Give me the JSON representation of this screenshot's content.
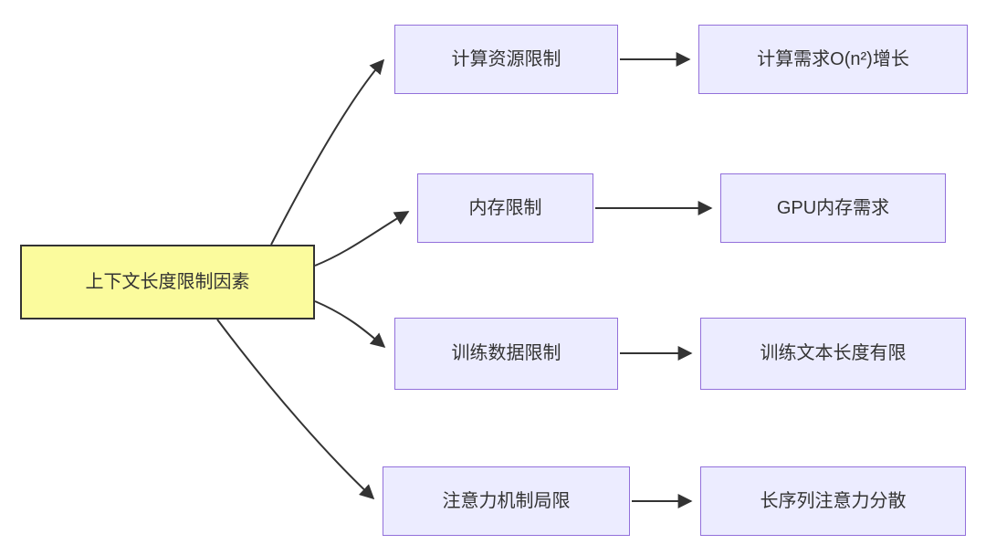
{
  "diagram": {
    "type": "flowchart",
    "root": {
      "label": "上下文长度限制因素"
    },
    "branches": [
      {
        "cause": {
          "label": "计算资源限制"
        },
        "effect": {
          "label": "计算需求O(n²)增长"
        }
      },
      {
        "cause": {
          "label": "内存限制"
        },
        "effect": {
          "label": "GPU内存需求"
        }
      },
      {
        "cause": {
          "label": "训练数据限制"
        },
        "effect": {
          "label": "训练文本长度有限"
        }
      },
      {
        "cause": {
          "label": "注意力机制局限"
        },
        "effect": {
          "label": "长序列注意力分散"
        }
      }
    ],
    "colors": {
      "root_fill": "#fbfb9d",
      "root_border": "#333333",
      "branch_fill": "#ececff",
      "branch_border": "#9370db",
      "edge": "#333333",
      "text": "#333333"
    }
  }
}
